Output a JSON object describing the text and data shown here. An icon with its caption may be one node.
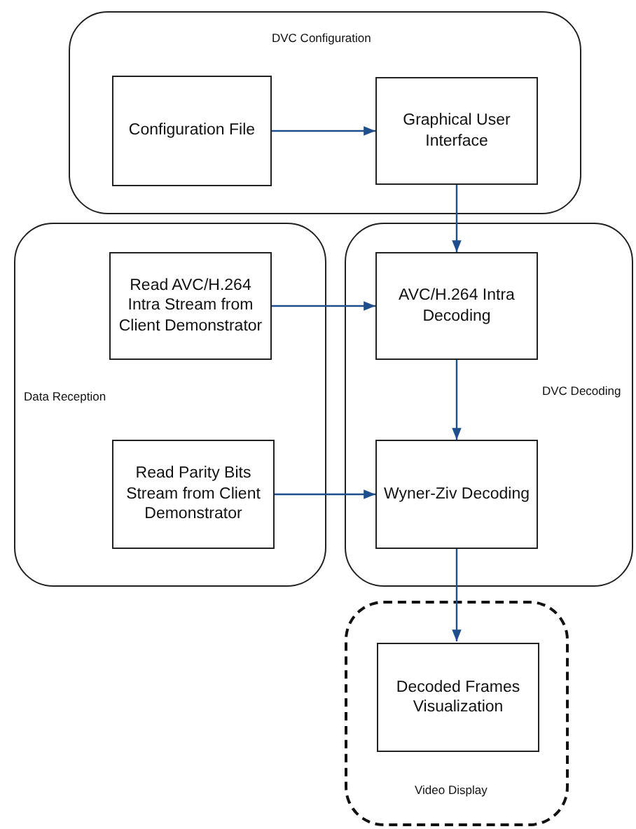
{
  "diagram": {
    "nodes": [
      {
        "text": [
          "DVC Configuration"
        ]
      },
      {
        "text": [
          "Configuration File"
        ],
        "in": 0
      },
      {
        "text": [
          "Graphical User Interface"
        ],
        "in": 0
      },
      {
        "text": [
          "Data Reception"
        ]
      },
      {
        "text": [
          "Read AVC/H.264 Intra Stream from Client Demonstrator"
        ],
        "in": 3
      },
      {
        "text": [
          "Read Parity Bits Stream from Client Demonstrator"
        ],
        "in": 3
      },
      {
        "text": [
          "DVC Decoding"
        ]
      },
      {
        "text": [
          "AVC/H.264 Intra Decoding"
        ],
        "in": 6
      },
      {
        "text": [
          "Wyner-Ziv Decoding"
        ],
        "in": 6
      },
      {
        "text": [
          "Video Display"
        ]
      },
      {
        "text": [
          "Decoded Frames Visualization"
        ],
        "in": 9
      }
    ],
    "edges": [
      {
        "from": 1,
        "to": 2,
        "arrow": "to"
      },
      {
        "from": 2,
        "to": 7,
        "arrow": "to"
      },
      {
        "from": 4,
        "to": 7,
        "arrow": "to"
      },
      {
        "from": 7,
        "to": 8,
        "arrow": "to"
      },
      {
        "from": 5,
        "to": 8,
        "arrow": "to"
      },
      {
        "from": 8,
        "to": 10,
        "arrow": "to"
      }
    ]
  }
}
